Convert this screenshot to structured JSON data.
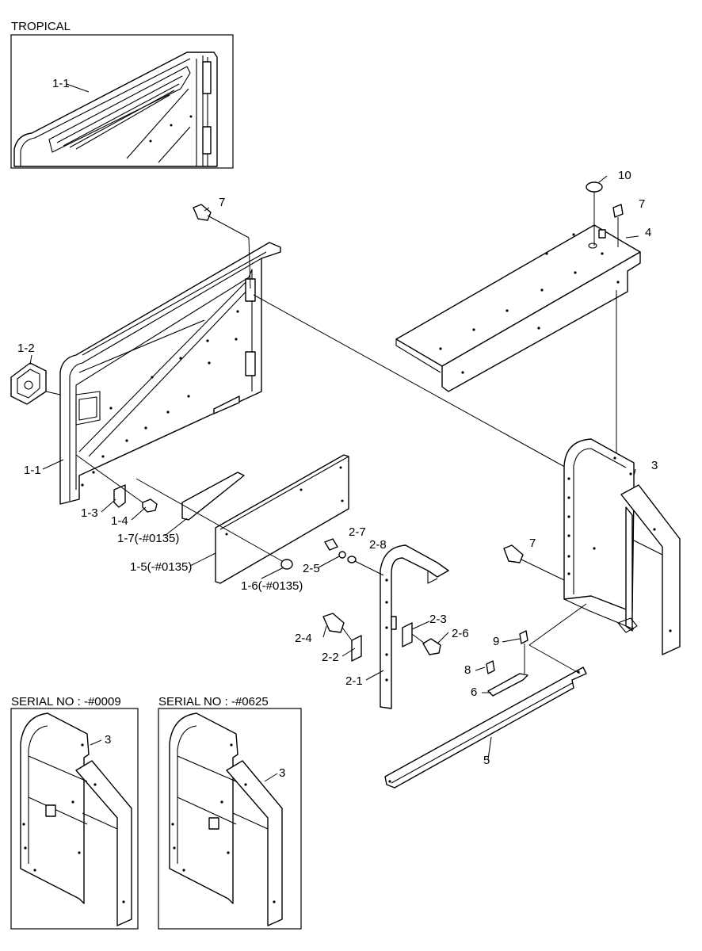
{
  "insets": {
    "tropical": {
      "title": "TROPICAL",
      "part_label": "1-1"
    },
    "serial_0009": {
      "title": "SERIAL NO : -#0009",
      "part_label": "3"
    },
    "serial_0625": {
      "title": "SERIAL NO : -#0625",
      "part_label": "3"
    }
  },
  "callouts": {
    "p1_1": "1-1",
    "p1_2": "1-2",
    "p1_3": "1-3",
    "p1_4": "1-4",
    "p1_5": "1-5(-#0135)",
    "p1_6": "1-6(-#0135)",
    "p1_7": "1-7(-#0135)",
    "p2_1": "2-1",
    "p2_2": "2-2",
    "p2_3": "2-3",
    "p2_4": "2-4",
    "p2_5": "2-5",
    "p2_6": "2-6",
    "p2_7": "2-7",
    "p2_8": "2-8",
    "p3": "3",
    "p4": "4",
    "p5": "5",
    "p6": "6",
    "p7_top": "7",
    "p7_right": "7",
    "p7_mid": "7",
    "p8": "8",
    "p9": "9",
    "p10": "10"
  }
}
